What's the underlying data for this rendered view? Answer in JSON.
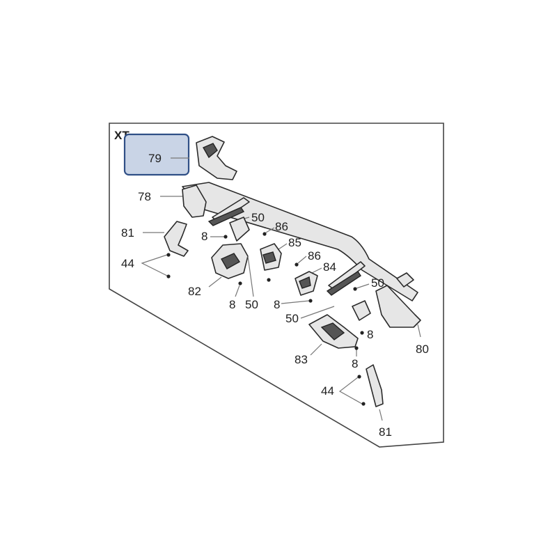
{
  "section_label": "XT",
  "highlight_color": "#c9d4e6",
  "highlight_border": "#2f4f86",
  "callouts": {
    "c79": "79",
    "c78": "78",
    "c81a": "81",
    "c44a": "44",
    "c8a": "8",
    "c50a": "50",
    "c86a": "86",
    "c85": "85",
    "c86b": "86",
    "c84": "84",
    "c82": "82",
    "c8b": "8",
    "c50b": "50",
    "c8c": "8",
    "c50c": "50",
    "c50d": "50",
    "c8d": "8",
    "c80": "80",
    "c83": "83",
    "c8e": "8",
    "c44b": "44",
    "c81b": "81"
  }
}
